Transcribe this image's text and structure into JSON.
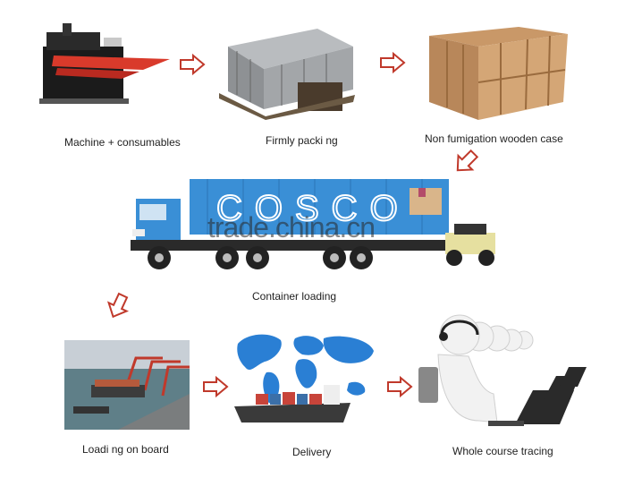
{
  "steps": [
    {
      "caption": "Machine + consumables"
    },
    {
      "caption": "Firmly packi ng"
    },
    {
      "caption": "Non fumigation wooden case"
    },
    {
      "caption": "Container loading"
    },
    {
      "caption": "Loadi ng on board"
    },
    {
      "caption": "Delivery"
    },
    {
      "caption": "Whole course tracing"
    }
  ],
  "container_brand": "COSCO",
  "watermark": "trade.china.cn",
  "colors": {
    "arrow": "#c0392b",
    "container": "#3a8fd6"
  }
}
